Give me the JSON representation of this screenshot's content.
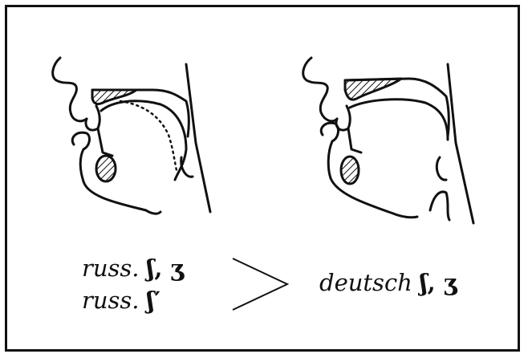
{
  "labels": {
    "left_line1_prefix": "russ.",
    "left_line1_symbols": "ʃ, ʒ",
    "left_line2_prefix": "russ.",
    "left_line2_symbols": "ʃ′",
    "right_prefix": "deutsch",
    "right_symbols": "ʃ, ʒ"
  },
  "comparison_symbol": ">",
  "colors": {
    "ink": "#111111",
    "background": "#ffffff"
  }
}
